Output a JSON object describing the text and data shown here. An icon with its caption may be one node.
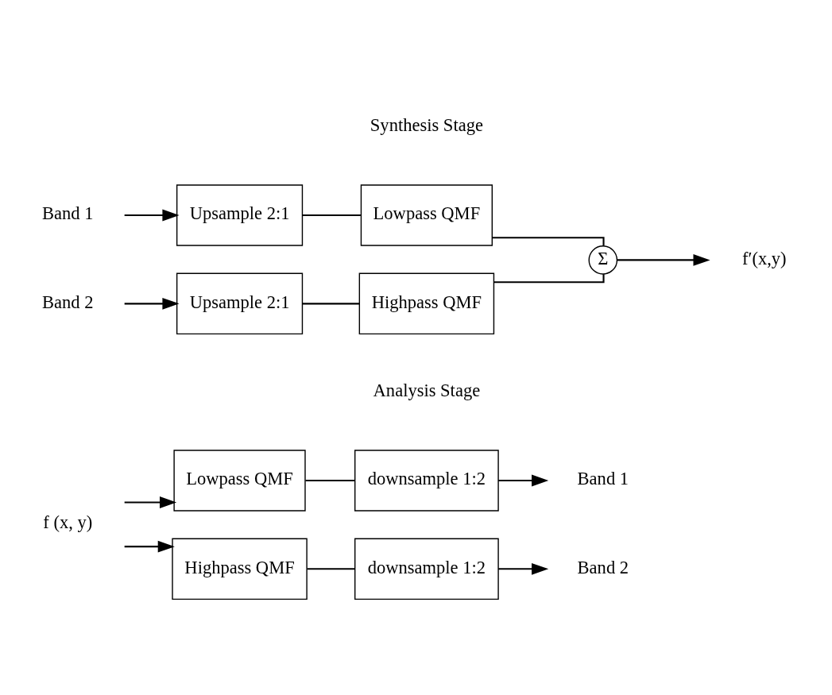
{
  "diagram": {
    "nodes": [
      {
        "text": [
          "f (x, y)"
        ]
      },
      {
        "text": [
          "Lowpass QMF"
        ]
      },
      {
        "text": [
          "downsample 1:2"
        ]
      },
      {
        "text": [
          "Band 1"
        ]
      },
      {
        "text": [
          "Highpass QMF"
        ]
      },
      {
        "text": [
          "downsample 1:2"
        ]
      },
      {
        "text": [
          "Band 2"
        ]
      },
      {
        "text": [
          "Band 1"
        ]
      },
      {
        "text": [
          "Upsample 2:1"
        ]
      },
      {
        "text": [
          "Lowpass QMF"
        ]
      },
      {
        "text": [
          "Band 2"
        ]
      },
      {
        "text": [
          "Upsample 2:1"
        ]
      },
      {
        "text": [
          "Highpass QMF"
        ]
      },
      {
        "text": [
          "Σ"
        ]
      },
      {
        "text": [
          "f′(x,y)"
        ]
      }
    ],
    "edges": [
      {
        "from": 0,
        "to": 1,
        "arrow": "to"
      },
      {
        "from": 0,
        "to": 4,
        "arrow": "to"
      },
      {
        "from": 1,
        "to": 2,
        "arrow": "none"
      },
      {
        "from": 2,
        "to": 3,
        "arrow": "to"
      },
      {
        "from": 4,
        "to": 5,
        "arrow": "none"
      },
      {
        "from": 5,
        "to": 6,
        "arrow": "to"
      },
      {
        "from": 7,
        "to": 8,
        "arrow": "to"
      },
      {
        "from": 8,
        "to": 9,
        "arrow": "none"
      },
      {
        "from": 9,
        "to": 13,
        "arrow": "none"
      },
      {
        "from": 10,
        "to": 11,
        "arrow": "to"
      },
      {
        "from": 11,
        "to": 12,
        "arrow": "none"
      },
      {
        "from": 12,
        "to": 13,
        "arrow": "none"
      },
      {
        "from": 13,
        "to": 14,
        "arrow": "to"
      }
    ],
    "labels": [
      "Analysis Stage",
      "Synthesis Stage"
    ]
  }
}
